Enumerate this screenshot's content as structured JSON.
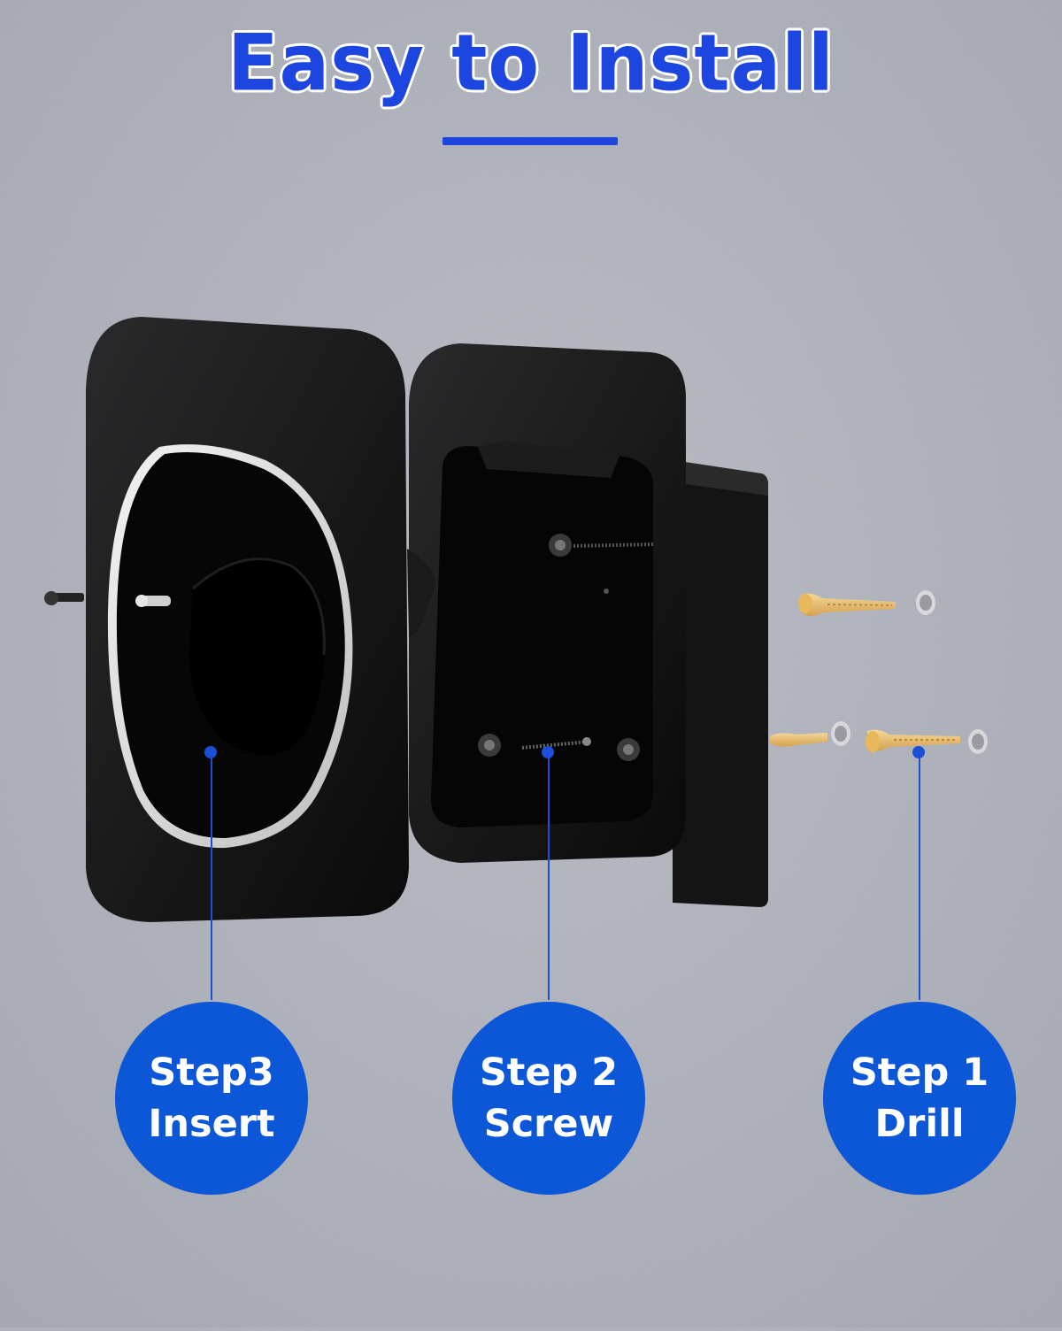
{
  "header": {
    "title": "Easy to Install"
  },
  "colors": {
    "accent": "#1d45e0",
    "circle": "#0c56d8",
    "wall": "#aeb1b9",
    "housing": "#101010"
  },
  "steps": [
    {
      "line1": "Step3",
      "line2": "Insert"
    },
    {
      "line1": "Step 2",
      "line2": "Screw"
    },
    {
      "line1": "Step 1",
      "line2": "Drill"
    }
  ]
}
